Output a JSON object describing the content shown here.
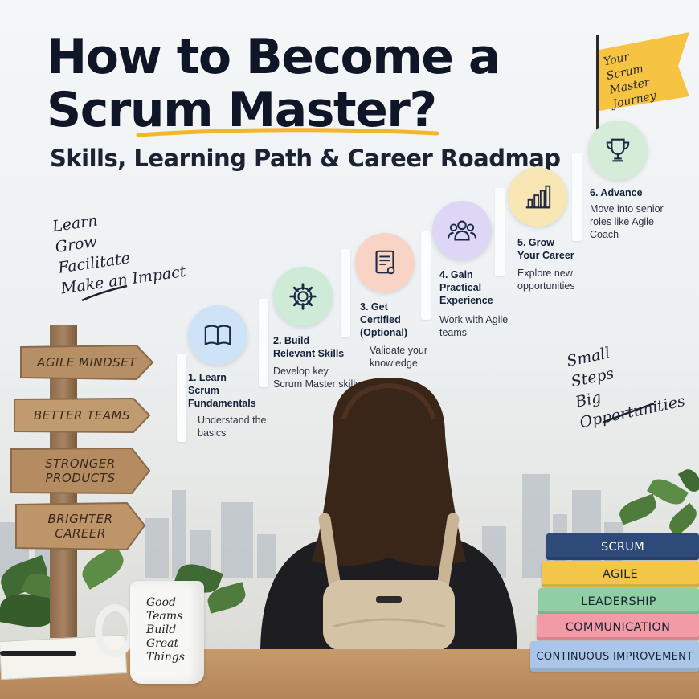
{
  "header": {
    "title_line1": "How to Become a",
    "title_line2": "Scrum Master?",
    "subtitle": "Skills, Learning Path & Career Roadmap",
    "underline_color": "#f2b82a"
  },
  "flag": {
    "text": "Your\nScrum Master\nJourney",
    "color": "#f6c342"
  },
  "hand_left": {
    "text": "Learn\nGrow\nFacilitate\nMake an Impact"
  },
  "hand_right": {
    "text": "Small\nSteps\nBig Opportunities"
  },
  "steps": [
    {
      "title": "1. Learn\nScrum\nFundamentals",
      "desc": "Understand the\nbasics",
      "icon": "book-icon",
      "color": "#cfe3f7"
    },
    {
      "title": "2. Build\nRelevant Skills",
      "desc": "Develop key\nScrum Master skills",
      "icon": "gear-icon",
      "color": "#cdebd7"
    },
    {
      "title": "3. Get\nCertified\n(Optional)",
      "desc": "Validate your\nknowledge",
      "icon": "certificate-icon",
      "color": "#f9d3c4"
    },
    {
      "title": "4. Gain\nPractical\nExperience",
      "desc": "Work with Agile\nteams",
      "icon": "team-icon",
      "color": "#ddd7f5"
    },
    {
      "title": "5.  Grow\nYour Career",
      "desc": "Explore new\nopportunities",
      "icon": "growth-chart-icon",
      "color": "#f8e6b4"
    },
    {
      "title": "6. Advance",
      "desc": "Move into senior\nroles like Agile\nCoach",
      "icon": "trophy-icon",
      "color": "#d5ecd9"
    }
  ],
  "signpost": {
    "signs": [
      "AGILE MINDSET",
      "BETTER TEAMS",
      "STRONGER\nPRODUCTS",
      "BRIGHTER\nCAREER"
    ]
  },
  "mug": {
    "text": "Good\nTeams\nBuild\nGreat\nThings"
  },
  "books": [
    {
      "label": "SCRUM",
      "color": "#2d4a78",
      "text_color": "#ffffff"
    },
    {
      "label": "AGILE",
      "color": "#f3c64a",
      "text_color": "#1b2233"
    },
    {
      "label": "LEADERSHIP",
      "color": "#8fcfa3",
      "text_color": "#1b2233"
    },
    {
      "label": "COMMUNICATION",
      "color": "#f29aa6",
      "text_color": "#1b2233"
    },
    {
      "label": "CONTINUOUS IMPROVEMENT",
      "color": "#a9c6e8",
      "text_color": "#1b2233"
    }
  ]
}
